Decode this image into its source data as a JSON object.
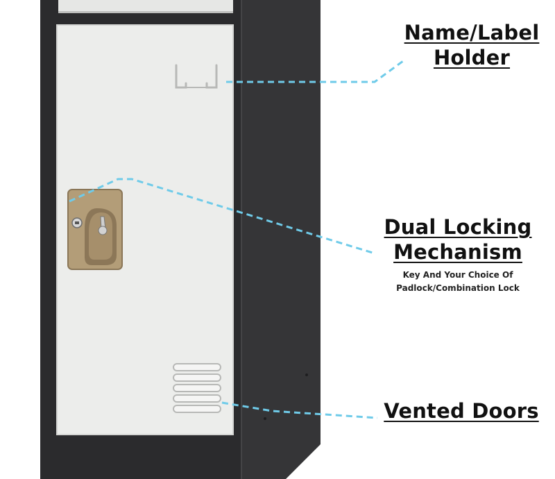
{
  "callouts": {
    "name_label": {
      "line1": "Name/Label",
      "line2": "Holder"
    },
    "dual_locking": {
      "line1": "Dual Locking",
      "line2": "Mechanism",
      "sub1": "Key And Your Choice Of",
      "sub2": "Padlock/Combination Lock"
    },
    "vented": {
      "line1": "Vented Doors"
    }
  },
  "colors": {
    "locker_body": "#2a2a2c",
    "door": "#ecedeb",
    "handle": "#b29d78",
    "leader_line": "#6fcbe9"
  }
}
